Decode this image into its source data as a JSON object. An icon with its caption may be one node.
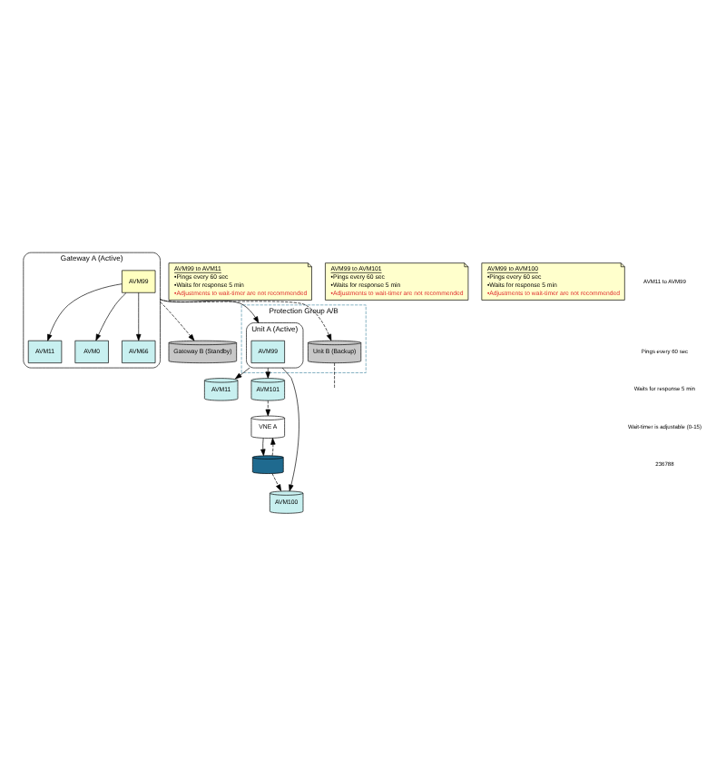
{
  "diagram": {
    "nodes": [
      {
        "text": [
          "Gateway A (Active)"
        ]
      },
      {
        "text": [
          "AVM99"
        ],
        "in": 0
      },
      {
        "text": [
          "AVM11"
        ],
        "in": 0
      },
      {
        "text": [
          "AVM0"
        ],
        "in": 0
      },
      {
        "text": [
          "AVM66"
        ],
        "in": 0
      },
      {
        "text": [
          "Gateway B (Standby)"
        ]
      },
      {
        "text": [
          "Protection Group A/B"
        ]
      },
      {
        "text": [
          "Unit A (Active)"
        ],
        "in": 6
      },
      {
        "text": [
          "AVM99"
        ],
        "in": 7
      },
      {
        "text": [
          "Unit B (Backup)"
        ],
        "in": 6
      },
      {
        "text": [
          "AVM99 to AVM11",
          "•Pings every 60 sec",
          "•Waits for response 5 min",
          "•Adjustments to wait-timer are not recommended"
        ]
      },
      {
        "text": [
          "AVM11"
        ]
      },
      {
        "text": [
          "AVM101"
        ]
      },
      {
        "text": [
          "AVM99 to AVM101",
          "•Pings every 60 sec",
          "•Waits for response 5 min",
          "•Adjustments to wait-timer are not recommended"
        ]
      },
      {
        "text": [
          "AVM99 to AVM100",
          "•Pings every 60 sec",
          "•Waits for response 5 min",
          "•Adjustments to wait-timer are not recommended"
        ]
      },
      {
        "text": [
          "AVM100"
        ]
      },
      {
        "text": [
          "VNE A"
        ]
      },
      {
        "text": [],
        "shape": "cylinder"
      }
    ],
    "edges": [
      {
        "from": 1,
        "to": 2,
        "arrow": "to"
      },
      {
        "from": 1,
        "to": 3,
        "arrow": "to"
      },
      {
        "from": 1,
        "to": 4,
        "arrow": "to"
      },
      {
        "from": 0,
        "to": 5,
        "arrow": "to",
        "style": "dashed"
      },
      {
        "from": 0,
        "to": 7,
        "arrow": "to"
      },
      {
        "from": 0,
        "to": 9,
        "arrow": "to",
        "style": "dashed"
      },
      {
        "from": 7,
        "to": 11,
        "arrow": "to"
      },
      {
        "from": 7,
        "to": 12,
        "arrow": "to"
      },
      {
        "from": 7,
        "to": 15,
        "arrow": "to"
      },
      {
        "from": 12,
        "to": 16,
        "arrow": "to",
        "style": "dashed"
      },
      {
        "from": 9,
        "to": null,
        "arrow": "none",
        "style": "dashed"
      },
      {
        "from": 16,
        "to": 17,
        "arrow": "to"
      },
      {
        "from": 17,
        "to": 15,
        "arrow": "to",
        "style": "dashed"
      },
      {
        "from": 17,
        "to": 16,
        "arrow": "to",
        "style": "dashed"
      }
    ],
    "labels": [
      "AVM11 to AVM99",
      "Pings every 60 sec",
      "Waits for response 5 min",
      "Wait-timer is adjustable (0-15)",
      "236788"
    ]
  }
}
